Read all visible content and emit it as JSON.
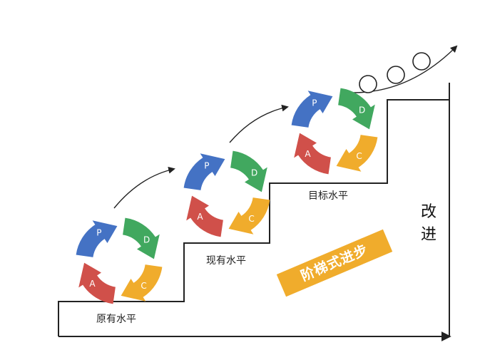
{
  "labels": {
    "original": "原有水平",
    "current": "现有水平",
    "target": "目标水平",
    "improve": [
      "改",
      "进"
    ],
    "banner": "阶梯式进步"
  },
  "cycle_letters": {
    "plan": "P",
    "do": "D",
    "check": "C",
    "act": "A"
  },
  "colors": {
    "plan": "#4472C4",
    "do": "#41A85F",
    "check": "#F0AC2C",
    "act": "#D0504A",
    "line": "#222222",
    "banner": "#F0AC2C"
  }
}
